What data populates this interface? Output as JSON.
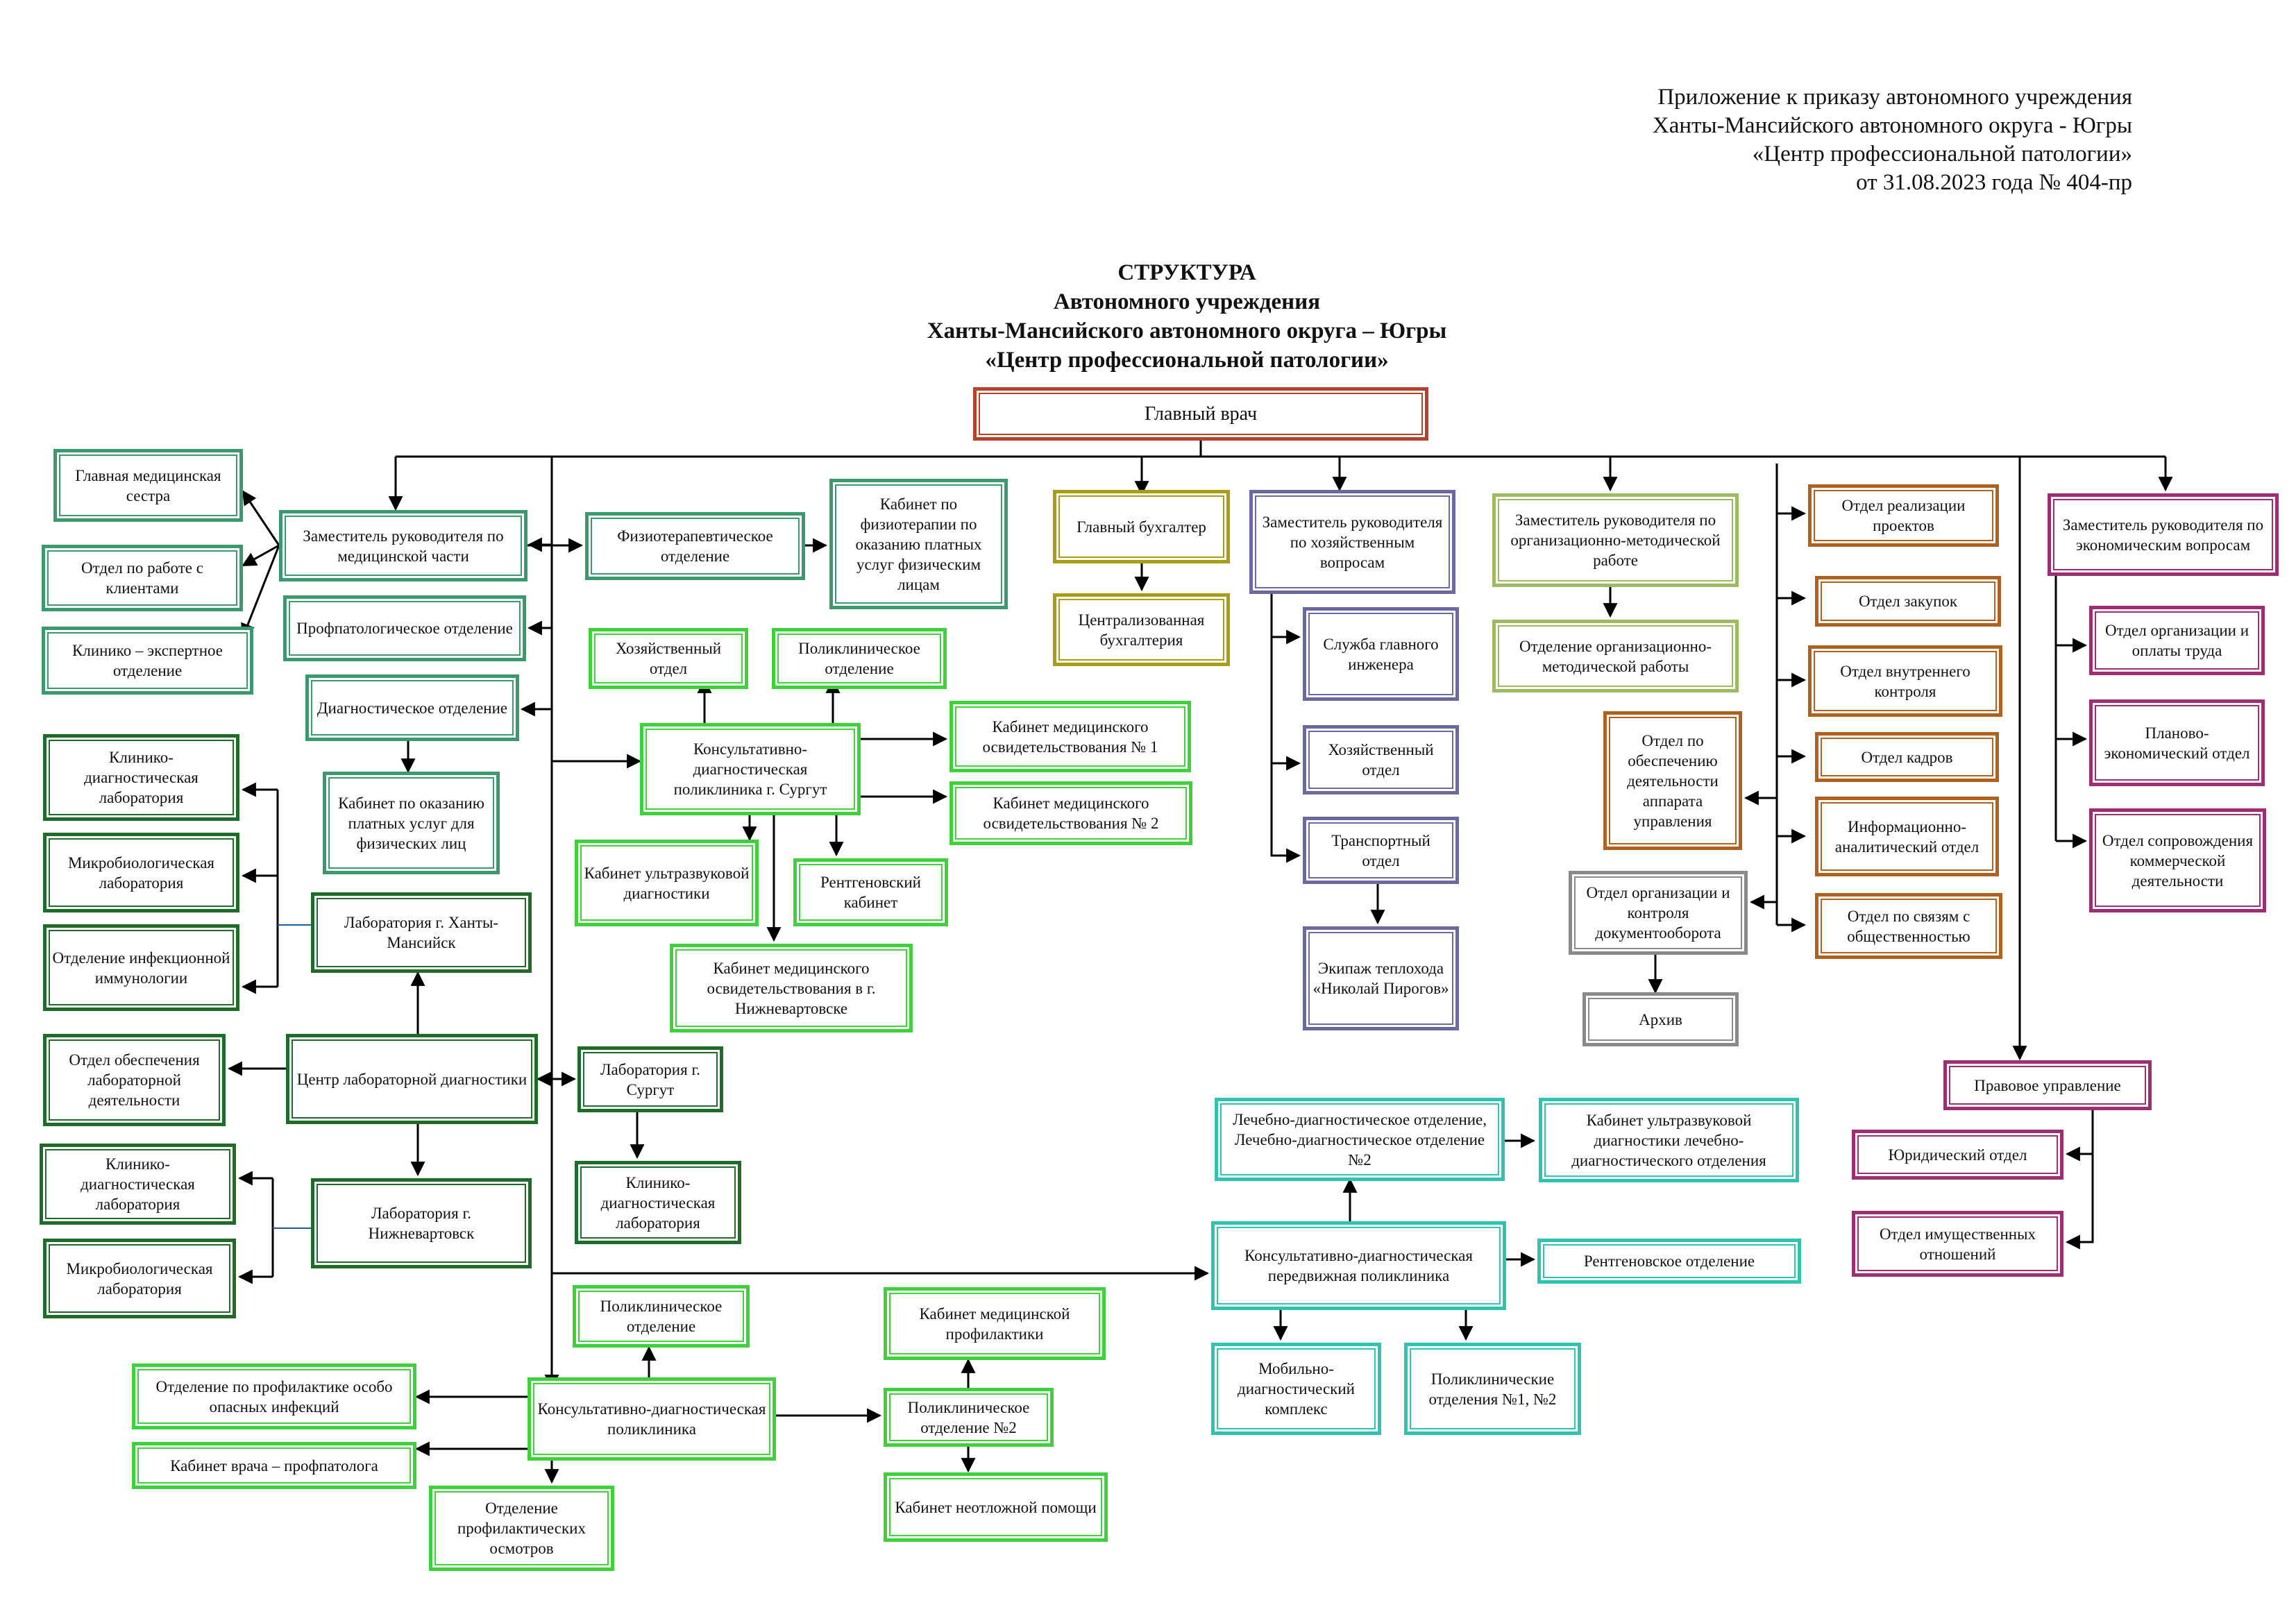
{
  "header": {
    "lines": [
      "Приложение  к приказу автономного учреждения",
      "Ханты-Мансийского автономного округа - Югры",
      "«Центр профессиональной патологии»",
      "от 31.08.2023 года № 404-пр"
    ]
  },
  "title": {
    "lines": [
      "СТРУКТУРА",
      "Автономного учреждения",
      "Ханты-Мансийского автономного округа – Югры",
      "«Центр профессиональной патологии»"
    ]
  },
  "colors": {
    "chief": "#b4432a",
    "medical": "#3a9a6e",
    "lab": "#1f6b2a",
    "polyclinic": "#3fd13c",
    "mobile": "#2ec5b0",
    "accounting": "#a79e16",
    "household": "#6b6aa0",
    "methodical": "#9cba62",
    "admin": "#b0611f",
    "docs": "#8a8a8a",
    "economic": "#9c2f72",
    "connector": "#000000"
  },
  "boxes": {
    "chief_doctor": "Главный врач",
    "head_nurse": "Главная медицинская сестра",
    "client_dept": "Отдел по работе с клиентами",
    "expert_dept": "Клинико – экспертное отделение",
    "deputy_medical": "Заместитель руководителя по медицинской части",
    "physio_dept": "Физиотерапевтическое отделение",
    "paid_physio_cabinet": "Кабинет по физиотерапии по оказанию платных услуг физическим лицам",
    "profpath_dept": "Профпатологическое отделение",
    "diag_dept": "Диагностическое отделение",
    "paid_services_cabinet": "Кабинет по оказанию платных услуг для физических лиц",
    "clin_lab_1": "Клинико-диагностическая лаборатория",
    "micro_lab_1": "Микробиологическая лаборатория",
    "infect_immun": "Отделение инфекционной иммунологии",
    "lab_khm": "Лаборатория г. Ханты-Мансийск",
    "lab_support": "Отдел обеспечения лабораторной деятельности",
    "lab_center": "Центр лабораторной диагностики",
    "clin_lab_2": "Клинико-диагностическая лаборатория",
    "micro_lab_2": "Микробиологическая лаборатория",
    "lab_nizh": "Лаборатория г. Нижневартовск",
    "lab_surgut": "Лаборатория г. Сургут",
    "clin_lab_3": "Клинико-диагностическая лаборатория",
    "household_surgut": "Хозяйственный отдел",
    "polyclinic_dept_surgut": "Поликлиническое отделение",
    "kdp_surgut": "Консультативно-диагностическая поликлиника г.  Сургут",
    "med_exam_1": "Кабинет медицинского освидетельствования № 1",
    "med_exam_2": "Кабинет медицинского освидетельствования № 2",
    "ultrasound_cabinet": "Кабинет ультразвуковой диагностики",
    "xray_cabinet": "Рентгеновский кабинет",
    "med_exam_nizh": "Кабинет медицинского освидетельствования в г. Нижневартовске",
    "chief_accountant": "Главный бухгалтер",
    "central_accounting": "Централизованная бухгалтерия",
    "deputy_household": "Заместитель руководителя по хозяйственным вопросам",
    "chief_engineer": "Служба главного инженера",
    "household_dept": "Хозяйственный отдел",
    "transport_dept": "Транспортный отдел",
    "ship_crew": "Экипаж теплохода «Николай Пирогов»",
    "deputy_methodical": "Заместитель руководителя по организационно-методической работе",
    "methodical_dept": "Отделение организационно-методической работы",
    "admin_support_dept": "Отдел по обеспечению деятельности аппарата управления",
    "docflow_dept": "Отдел организации и контроля документооборота",
    "archive": "Архив",
    "projects_dept": "Отдел реализации проектов",
    "procurement_dept": "Отдел закупок",
    "internal_control_dept": "Отдел внутреннего контроля",
    "hr_dept": "Отдел кадров",
    "analytics_dept": "Информационно-аналитический отдел",
    "pr_dept": "Отдел по связям с общественностью",
    "deputy_economic": "Заместитель руководителя по экономическим вопросам",
    "labor_dept": "Отдел организации и оплаты труда",
    "planning_dept": "Планово-экономический отдел",
    "commercial_dept": "Отдел сопровождения коммерческой деятельности",
    "legal_admin": "Правовое управление",
    "legal_dept": "Юридический отдел",
    "property_dept": "Отдел имущественных отношений",
    "mobile_ld_dept": "Лечебно-диагностическое отделение, Лечебно-диагностическое отделение №2",
    "mobile_ultrasound": "Кабинет ультразвуковой диагностики лечебно-диагностического отделения",
    "mobile_polyclinic": "Консультативно-диагностическая передвижная поликлиника",
    "mobile_xray": "Рентгеновское отделение",
    "mobile_complex": "Мобильно-диагностический комплекс",
    "polyclinic_depts_12": "Поликлинические отделения №1, №2",
    "polyclinic_dept_main": "Поликлиническое отделение",
    "kdp_main": "Консультативно-диагностическая поликлиника",
    "dangerous_infections": "Отделение по профилактике особо опасных инфекций",
    "profpathologist_cabinet": "Кабинет врача – профпатолога",
    "prof_exams_dept": "Отделение профилактических осмотров",
    "prevention_cabinet": "Кабинет медицинской профилактики",
    "polyclinic_dept_2": "Поликлиническое отделение №2",
    "emergency_cabinet": "Кабинет неотложной помощи"
  }
}
